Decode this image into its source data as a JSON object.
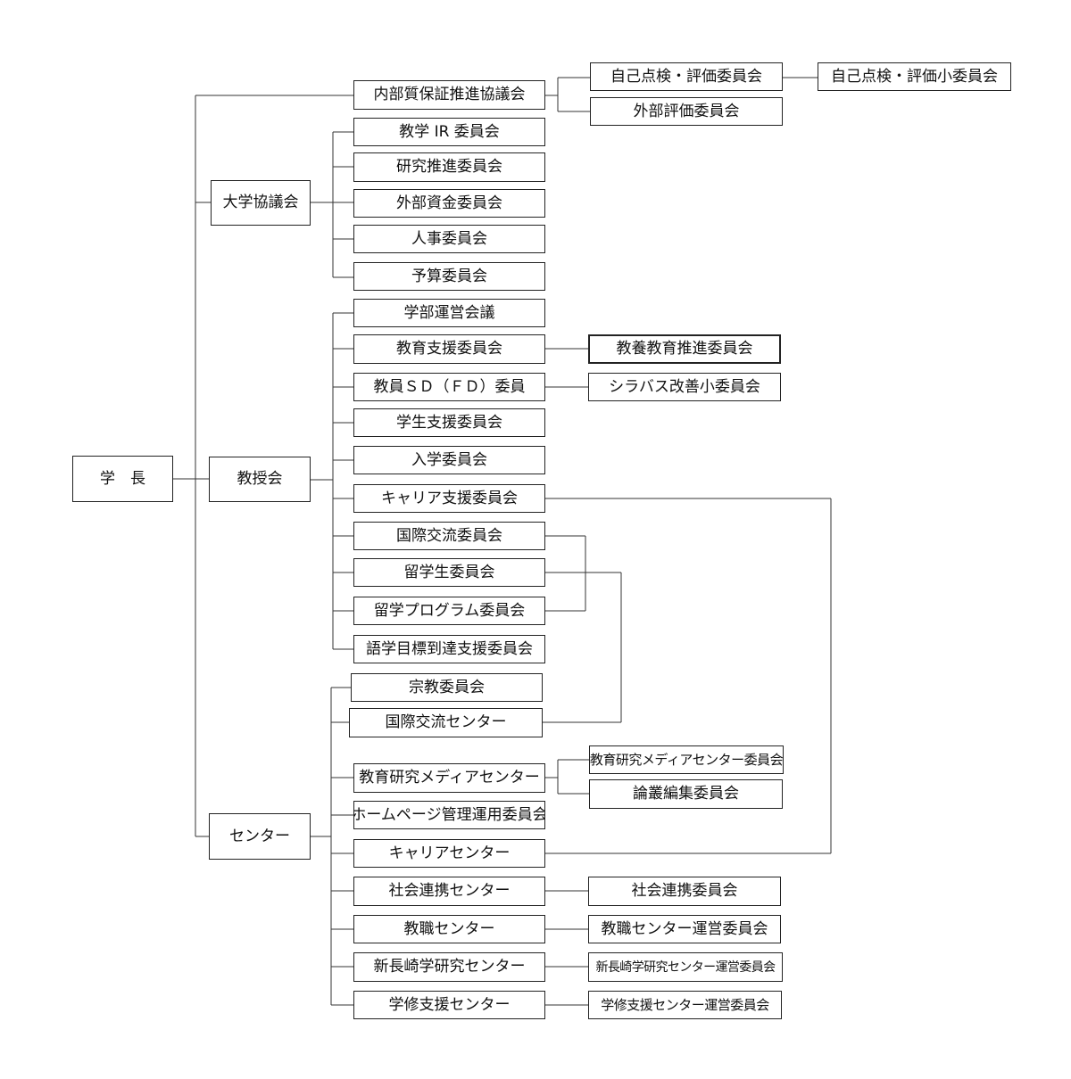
{
  "org_chart": {
    "root": {
      "label": "学　長"
    },
    "level1": {
      "council": "大学協議会",
      "faculty": "教授会",
      "centers": "センター"
    },
    "quality": {
      "main": "内部質保証推進協議会",
      "self_eval": "自己点検・評価委員会",
      "self_eval_sub": "自己点検・評価小委員会",
      "external_eval": "外部評価委員会"
    },
    "council_committees": [
      "教学 IR 委員会",
      "研究推進委員会",
      "外部資金委員会",
      "人事委員会",
      "予算委員会"
    ],
    "faculty_committees": [
      "学部運営会議",
      "教育支援委員会",
      "教員ＳＤ（ＦＤ）委員",
      "学生支援委員会",
      "入学委員会",
      "キャリア支援委員会",
      "国際交流委員会",
      "留学生委員会",
      "留学プログラム委員会",
      "語学目標到達支援委員会"
    ],
    "faculty_subcommittees": {
      "liberal_arts": "教養教育推進委員会",
      "syllabus": "シラバス改善小委員会"
    },
    "center_units": [
      "宗教委員会",
      "国際交流センター",
      "教育研究メディアセンター",
      "ホームページ管理運用委員会",
      "キャリアセンター",
      "社会連携センター",
      "教職センター",
      "新長崎学研究センター",
      "学修支援センター"
    ],
    "center_subcommittees": {
      "media_committee": "教育研究メディアセンター委員会",
      "ronso": "論叢編集委員会",
      "social": "社会連携委員会",
      "teacher": "教職センター運営委員会",
      "shin_nagasaki": "新長崎学研究センター運営委員会",
      "learning": "学修支援センター運営委員会"
    }
  }
}
